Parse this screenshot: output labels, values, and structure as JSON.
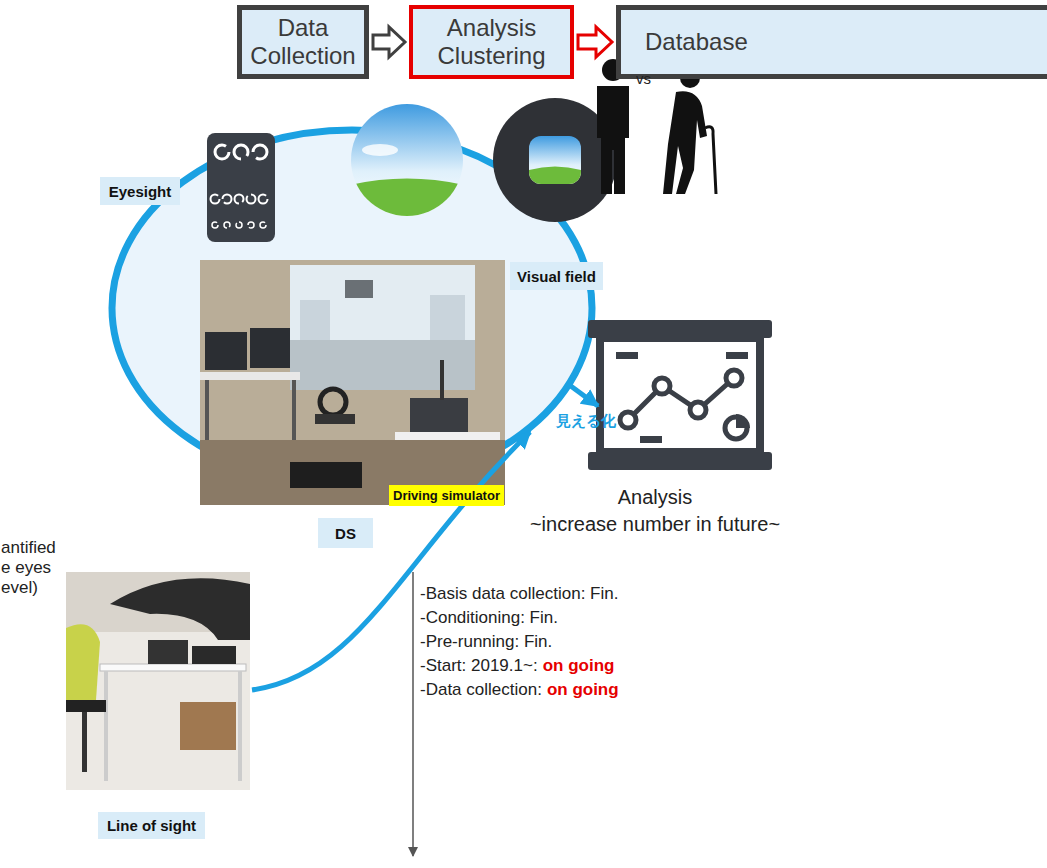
{
  "diagram": {
    "nodes": [
      {
        "text": [
          "Data Collection"
        ]
      },
      {
        "text": [
          "Analysis Clustering"
        ]
      },
      {
        "text": [
          "Database"
        ]
      },
      {
        "text": [
          "Eyesight"
        ]
      },
      {
        "text": [
          "Visual field"
        ]
      },
      {
        "text": [
          "Driving simulator"
        ]
      },
      {
        "text": [
          "DS"
        ]
      },
      {
        "text": [
          "Line of sight"
        ]
      }
    ],
    "edges": [
      {
        "from": 0,
        "to": 1,
        "arrow": "to"
      },
      {
        "from": 1,
        "to": 2,
        "arrow": "to"
      }
    ],
    "labels": [
      "vs",
      "見える化",
      "antified",
      "e eyes",
      "evel)",
      "-Basis data collection: Fin.",
      "-Conditioning: Fin.",
      "-Pre-running: Fin.",
      "-Start: 2019.1~:",
      "on going",
      "-Data collection:",
      "on going",
      "Analysis",
      "~increase number in future~"
    ]
  }
}
